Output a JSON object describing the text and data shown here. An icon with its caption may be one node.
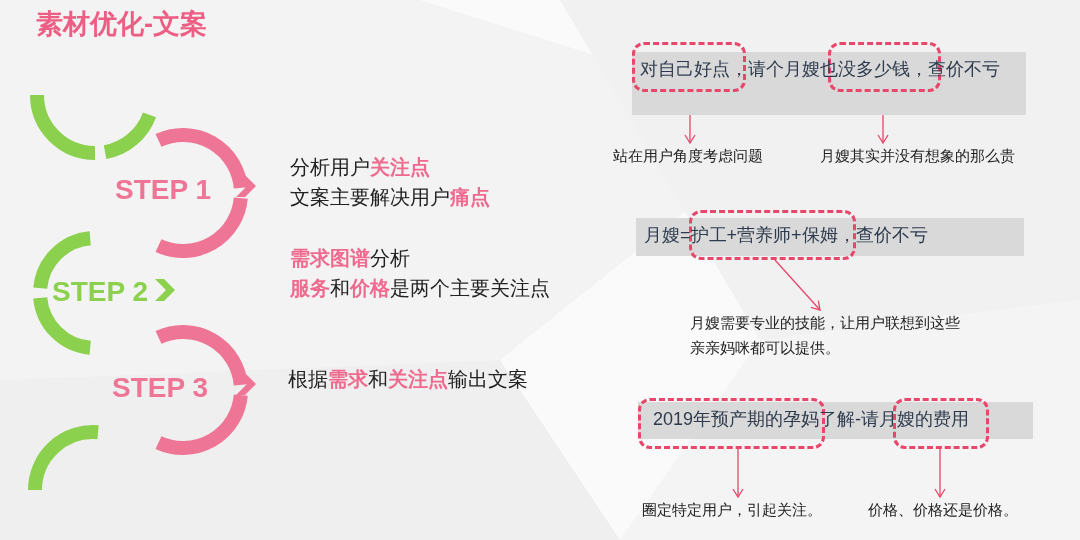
{
  "diagram": {
    "title": "素材优化-文案",
    "nodes": [
      {
        "text": [
          "STEP 1"
        ]
      },
      {
        "text": [
          "STEP 2"
        ]
      },
      {
        "text": [
          "STEP 3"
        ]
      },
      {
        "text": [
          "分析用户**关注点**",
          "文案主要解决用户**痛点**"
        ]
      },
      {
        "text": [
          "**需求图谱**分析",
          "**服务**和**价格**是两个主要关注点"
        ]
      },
      {
        "text": [
          "根据**需求**和**关注点**输出文案"
        ]
      },
      {
        "text": [
          "对自己好点，请个月嫂也没多少钱，查价不亏"
        ]
      },
      {
        "text": [
          "站在用户角度考虑问题"
        ]
      },
      {
        "text": [
          "月嫂其实并没有想象的那么贵"
        ]
      },
      {
        "text": [
          "月嫂=护工+营养师+保姆，查价不亏"
        ]
      },
      {
        "text": [
          "月嫂需要专业的技能，让用户联想到这些亲亲妈咪都可以提供。"
        ]
      },
      {
        "text": [
          "2019年预产期的孕妈了解-请月嫂的费用"
        ]
      },
      {
        "text": [
          "圈定特定用户，引起关注。"
        ]
      },
      {
        "text": [
          "价格、价格还是价格。"
        ]
      }
    ],
    "edges": [
      {
        "from": 6,
        "to": 7,
        "arrow": "to"
      },
      {
        "from": 6,
        "to": 8,
        "arrow": "to"
      },
      {
        "from": 9,
        "to": 10,
        "arrow": "to"
      },
      {
        "from": 11,
        "to": 12,
        "arrow": "to"
      },
      {
        "from": 11,
        "to": 13,
        "arrow": "to"
      }
    ]
  }
}
